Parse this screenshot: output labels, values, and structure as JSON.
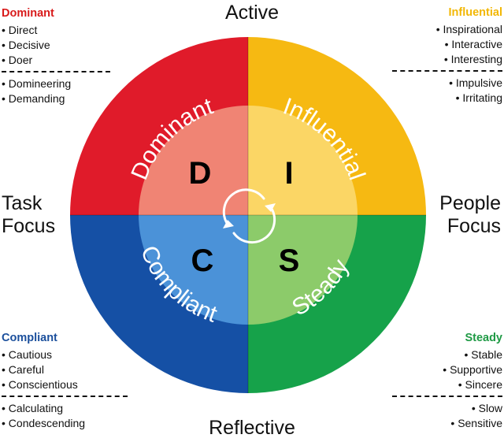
{
  "axes": {
    "top": "Active",
    "bottom": "Reflective",
    "left_line1": "Task",
    "left_line2": "Focus",
    "right_line1": "People",
    "right_line2": "Focus"
  },
  "quadrants": {
    "dominant": {
      "arc_label": "Dominant",
      "letter": "D",
      "outer_color": "#e01b2a",
      "inner_color": "#f08474"
    },
    "influential": {
      "arc_label": "Influential",
      "letter": "I",
      "outer_color": "#f6b912",
      "inner_color": "#fbd665"
    },
    "compliant": {
      "arc_label": "Compliant",
      "letter": "C",
      "outer_color": "#1550a5",
      "inner_color": "#4b92d8"
    },
    "steady": {
      "arc_label": "Steady",
      "letter": "S",
      "outer_color": "#16a24a",
      "inner_color": "#8ccb6a"
    }
  },
  "panels": {
    "dominant": {
      "title": "Dominant",
      "title_color": "#d81b1b",
      "traits": [
        "Direct",
        "Decisive",
        "Doer"
      ],
      "negatives": [
        "Domineering",
        "Demanding"
      ]
    },
    "influential": {
      "title": "Influential",
      "title_color": "#f2b705",
      "traits": [
        "Inspirational",
        "Interactive",
        "Interesting"
      ],
      "negatives": [
        "Impulsive",
        "Irritating"
      ]
    },
    "compliant": {
      "title": "Compliant",
      "title_color": "#1b4f9c",
      "traits": [
        "Cautious",
        "Careful",
        "Conscientious"
      ],
      "negatives": [
        "Calculating",
        "Condescending"
      ]
    },
    "steady": {
      "title": "Steady",
      "title_color": "#1f9a45",
      "traits": [
        "Stable",
        "Supportive",
        "Sincere"
      ],
      "negatives": [
        "Slow",
        "Sensitive"
      ]
    }
  },
  "center_icon": "circular-arrows-icon"
}
